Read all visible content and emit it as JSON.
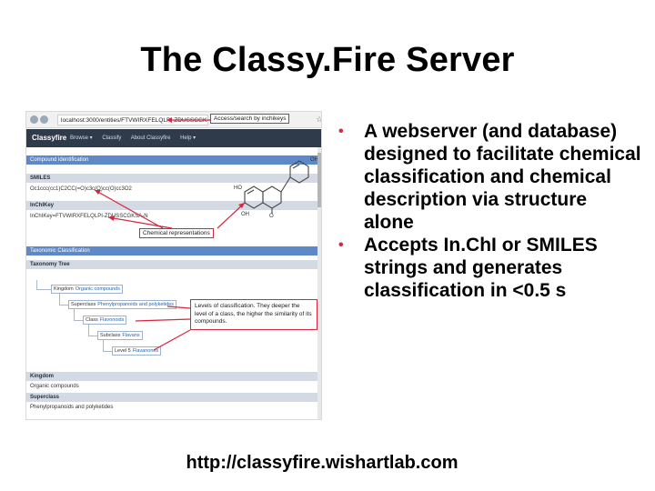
{
  "slide": {
    "title": "The Classy.Fire Server",
    "bullets": [
      "A webserver (and database) designed to facilitate chemical classification and chemical description via structure alone",
      "Accepts In.ChI or SMILES strings and generates classification in <0.5 s"
    ],
    "footer_url": "http://classyfire.wishartlab.com",
    "accent_color": "#d7263d"
  },
  "screenshot": {
    "url": "localhost:3000/entities/FTVWIRXFELQLPI-ZDUSSCGKSA-N",
    "logo": "Classyfire",
    "nav_links": [
      "Browse ▾",
      "Classify",
      "About Classyfire",
      "Help ▾"
    ],
    "compound_section": {
      "header": "Compound identification",
      "smiles_label": "SMILES",
      "smiles_value": "Oc1ccc(cc1)C2CC(=O)c3c(O)cc(O)cc3O2",
      "inchikey_label": "InChIKey",
      "inchikey_value": "InChIKey=FTVWIRXFELQLPI-ZDUSSCGKSA-N",
      "oh_labels": [
        "OH",
        "HO",
        "OH",
        "O"
      ]
    },
    "taxonomy_section": {
      "header": "Taxonomic Classification",
      "tree_label": "Taxonomy Tree",
      "tree": [
        {
          "level": "Kingdom",
          "value": "Organic compounds"
        },
        {
          "level": "Superclass",
          "value": "Phenylpropanoids and polyketides"
        },
        {
          "level": "Class",
          "value": "Flavonoids"
        },
        {
          "level": "Subclass",
          "value": "Flavans"
        },
        {
          "level": "Level 5",
          "value": "Flavanones"
        }
      ]
    },
    "rows": [
      {
        "label": "Kingdom",
        "value": "Organic compounds"
      },
      {
        "label": "Superclass",
        "value": "Phenylpropanoids and polyketides"
      }
    ],
    "callouts": {
      "search": "Access/search by inchikeys",
      "chem_rep": "Chemical representations",
      "levels": "Levels of classification. They deeper the level of a class, the higher the similarity of its compounds."
    }
  }
}
